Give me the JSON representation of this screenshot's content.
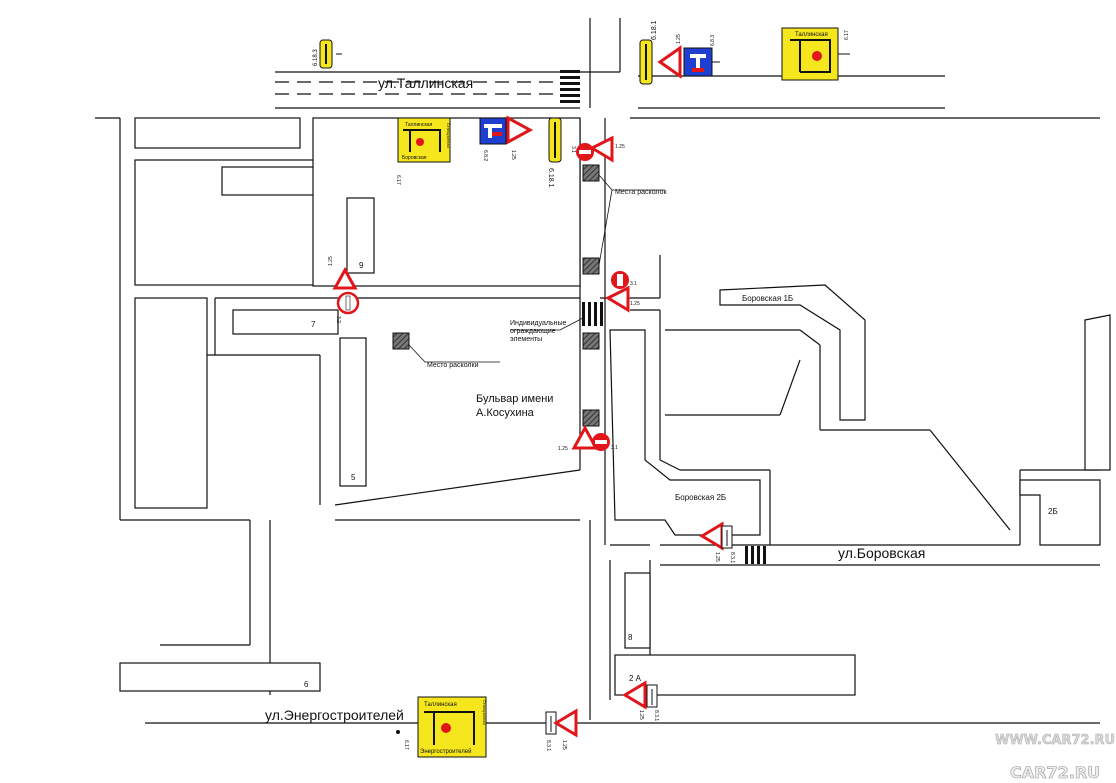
{
  "streets": {
    "tallinskaya": "ул.Таллинская",
    "borovskaya": "ул.Боровская",
    "energostroiteley": "ул.Энергостроителей"
  },
  "places": {
    "boulevard_line1": "Бульвар имени",
    "boulevard_line2": "А.Косухина",
    "chipping_sites": "Места расколок",
    "chipping_site": "Место расколки",
    "fencing_line1": "Индивидуальные",
    "fencing_line2": "ограждающие",
    "fencing_line3": "элементы"
  },
  "buildings": {
    "b9": "9",
    "b7": "7",
    "b5": "5",
    "b6": "6",
    "b8": "8",
    "b2a": "2 А",
    "b2b": "2Б",
    "borovskaya_1b": "Боровская 1Б",
    "borovskaya_2b": "Боровская 2Б"
  },
  "signs": {
    "s6_18_3": "6.18.3",
    "s6_18_1_top": "6.18.1",
    "s6_18_1_mid": "6.18.1",
    "s6_17_a": "6.17",
    "s6_17_b": "6.17",
    "s6_17_c": "6.17",
    "s1_25_a": "1.25",
    "s1_25_b": "1.25",
    "s1_25_c": "1.25",
    "s1_25_d": "1.25",
    "s1_25_e": "1.25",
    "s1_25_f": "1.25",
    "s1_25_g": "1.25",
    "s6_8_2": "6.8.2",
    "s6_8_3": "6.8.3",
    "s3_1_a": "3.1",
    "s3_1_b": "3.1",
    "s3_1_c": "3.1",
    "s3_2": "3.2",
    "s8_3_1_a": "8.3.1",
    "s8_3_1_b": "8.3.1",
    "s8_3_1_c": "8.3.1",
    "scheme_tallinskaya": "Таллинская",
    "scheme_borovskaya": "Боровская",
    "scheme_energo": "Энергостроителей",
    "scheme_side": "Станционная"
  },
  "watermark": {
    "line1": "WWW.CAR72.RU",
    "line2": "CAR72.RU"
  },
  "colors": {
    "sign_yellow": "#f5e61e",
    "sign_blue": "#1f3fd0",
    "sign_red": "#e0161b"
  }
}
